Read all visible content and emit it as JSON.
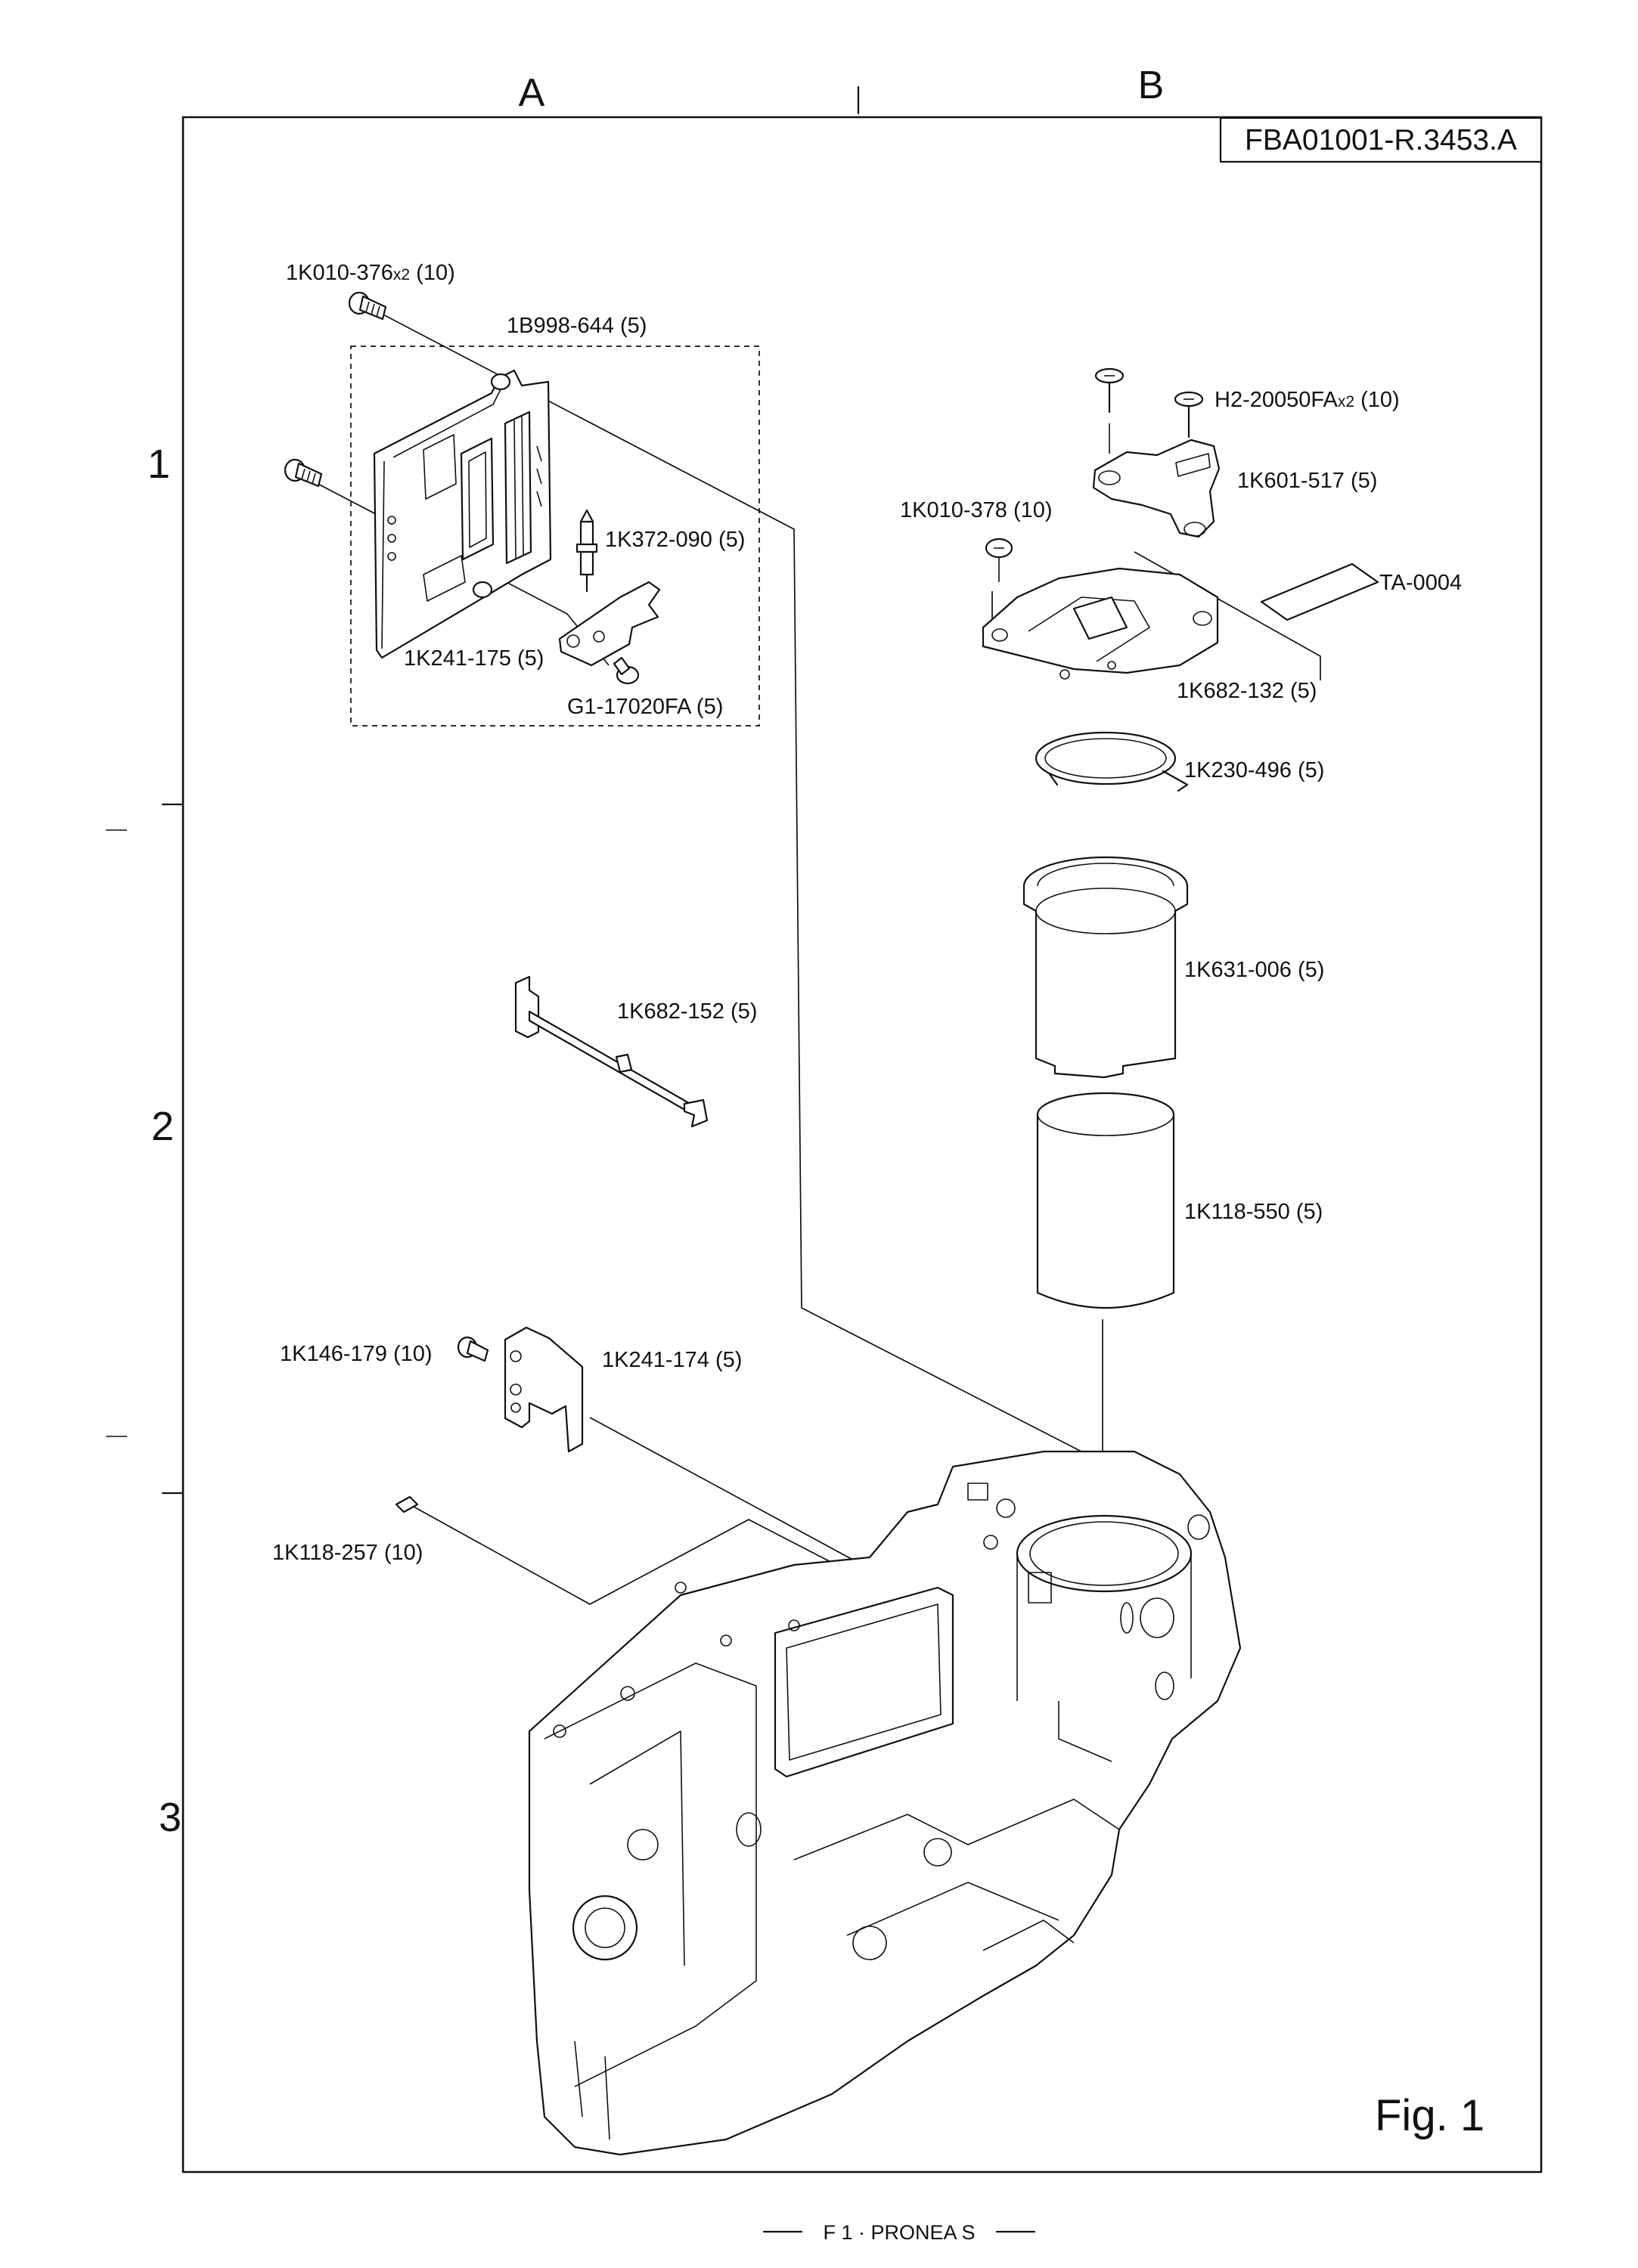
{
  "header": {
    "columns": [
      "A",
      "B"
    ],
    "reference": "FBA01001-R.3453.A"
  },
  "rows": [
    "1",
    "2",
    "3"
  ],
  "parts": [
    {
      "code": "1K010-376",
      "qty": "x2",
      "level": "(10)"
    },
    {
      "code": "1B998-644",
      "qty": "",
      "level": "(5)"
    },
    {
      "code": "1K372-090",
      "qty": "",
      "level": "(5)"
    },
    {
      "code": "1K241-175",
      "qty": "",
      "level": "(5)"
    },
    {
      "code": "G1-17020FA",
      "qty": "",
      "level": "(5)"
    },
    {
      "code": "H2-20050FA",
      "qty": "x2",
      "level": "(10)"
    },
    {
      "code": "1K601-517",
      "qty": "",
      "level": "(5)"
    },
    {
      "code": "1K010-378",
      "qty": "",
      "level": "(10)"
    },
    {
      "code": "TA-0004",
      "qty": "",
      "level": ""
    },
    {
      "code": "1K682-132",
      "qty": "",
      "level": "(5)"
    },
    {
      "code": "1K230-496",
      "qty": "",
      "level": "(5)"
    },
    {
      "code": "1K631-006",
      "qty": "",
      "level": "(5)"
    },
    {
      "code": "1K682-152",
      "qty": "",
      "level": "(5)"
    },
    {
      "code": "1K118-550",
      "qty": "",
      "level": "(5)"
    },
    {
      "code": "1K146-179",
      "qty": "",
      "level": "(10)"
    },
    {
      "code": "1K241-174",
      "qty": "",
      "level": "(5)"
    },
    {
      "code": "1K118-257",
      "qty": "",
      "level": "(10)"
    }
  ],
  "figure": {
    "label": "Fig.",
    "number": "1"
  },
  "footer": {
    "text": "F 1 · PRONEA S"
  }
}
